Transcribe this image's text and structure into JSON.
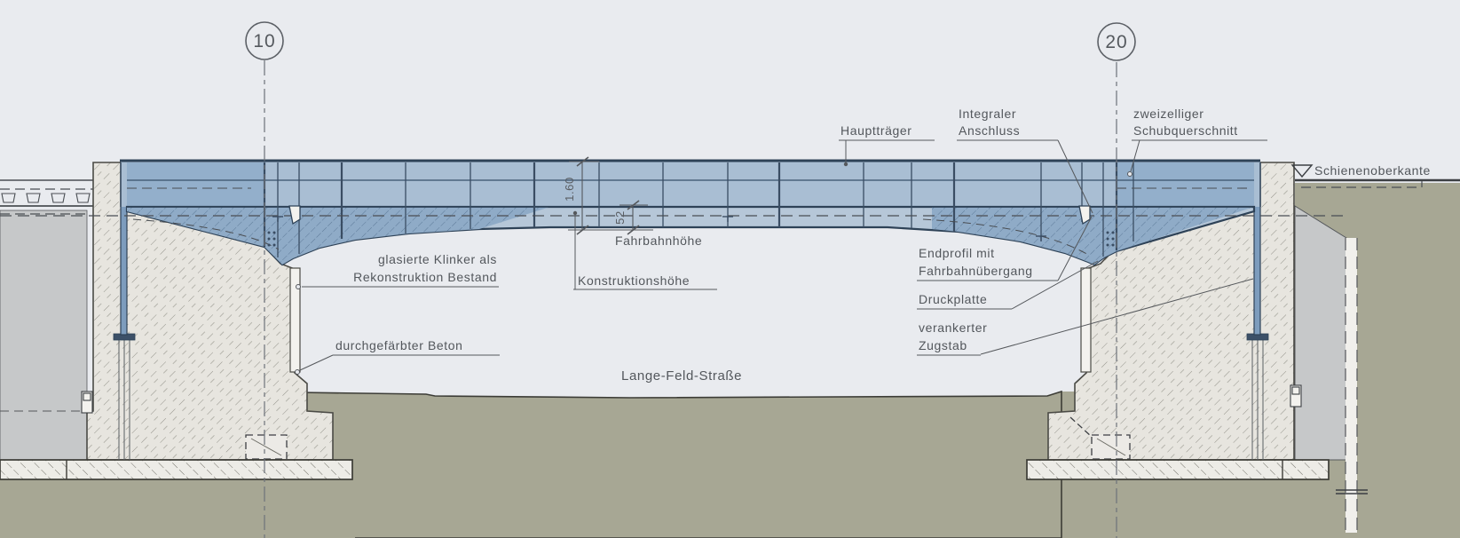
{
  "drawing": {
    "title_road": "Lange-Feld-Straße",
    "grid_markers": [
      {
        "label": "10"
      },
      {
        "label": "20"
      }
    ],
    "annotations": {
      "haupttraeger": "Hauptträger",
      "integraler_1": "Integraler",
      "integraler_2": "Anschluss",
      "zweizelliger_1": "zweizelliger",
      "zweizelliger_2": "Schubquerschnitt",
      "schienenoberkante": "Schienenoberkante",
      "fahrbahnhoehe": "Fahrbahnhöhe",
      "konstruktionshoehe": "Konstruktionshöhe",
      "klinker_1": "glasierte Klinker als",
      "klinker_2": "Rekonstruktion Bestand",
      "beton": "durchgefärbter Beton",
      "endprofil_1": "Endprofil mit",
      "endprofil_2": "Fahrbahnübergang",
      "druckplatte": "Druckplatte",
      "zugstab_1": "verankerter",
      "zugstab_2": "Zugstab"
    },
    "dimensions": {
      "construction_height": "1.60",
      "deck_plate": "52"
    },
    "colors": {
      "background": "#e9ebef",
      "deck_blue": "#a9bed3",
      "deck_blue_dark": "#93afcb",
      "haunch_blue": "#8fabc7",
      "concrete": "#e7e5df",
      "ground_olive": "#a7a794",
      "side_gray": "#c6c8c9",
      "line_dark": "#2e4257",
      "text": "#53575c"
    }
  }
}
